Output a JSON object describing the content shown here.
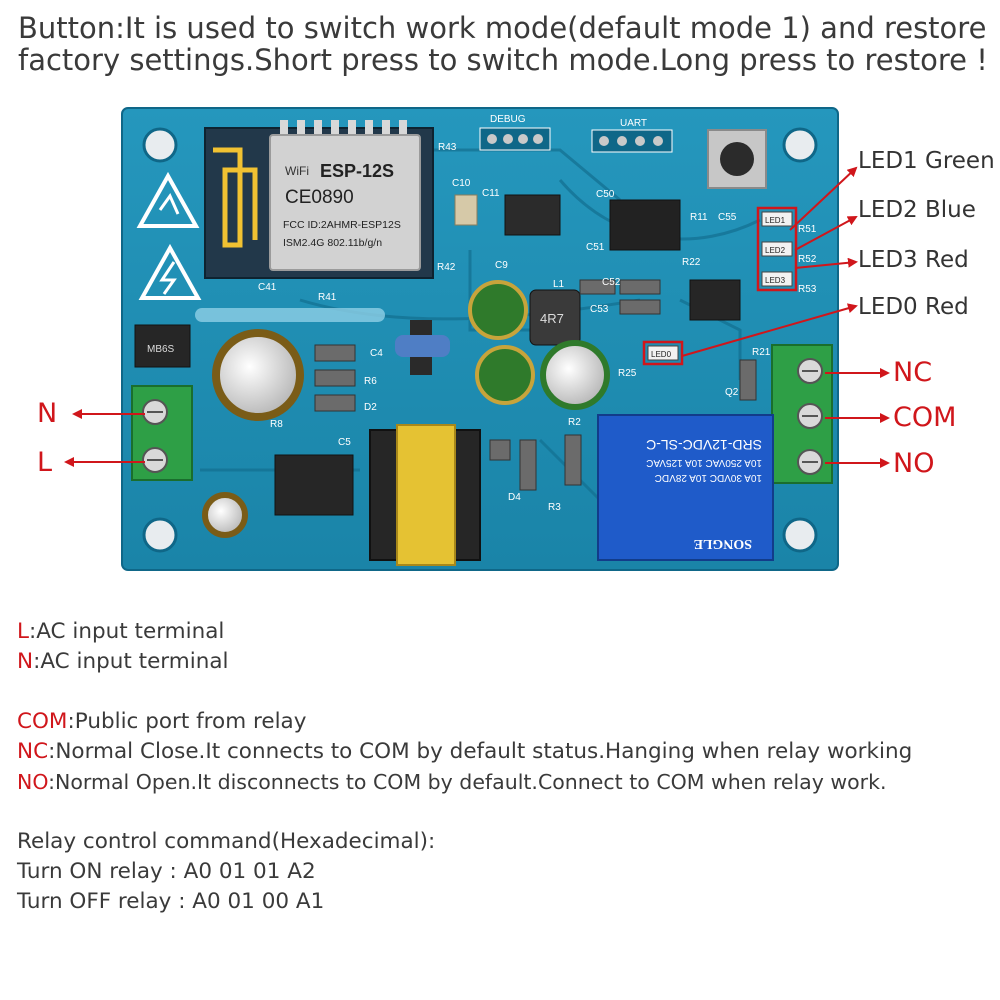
{
  "header": {
    "line1": "Button:It is used to switch work mode(default mode 1) and restore",
    "line2": "factory settings.Short press to switch mode.Long press to restore !"
  },
  "colors": {
    "board": "#1f8fb3",
    "board_dark": "#136f90",
    "label_red": "#d0161b",
    "terminal_green": "#2e9f46",
    "relay_blue": "#1f5bc9"
  },
  "board": {
    "module_brand": "ESP-12S",
    "module_wifi": "WiFi",
    "module_ce": "CE0890",
    "module_fcc": "FCC ID:2AHMR-ESP12S",
    "module_band": "ISM2.4G  802.11b/g/n",
    "header_debug": "DEBUG",
    "header_uart": "UART",
    "relay_model": "SRD-12VDC-SL-C",
    "relay_rating1": "10A 250VAC 10A 125VAC",
    "relay_rating2": "10A  30VDC 10A  28VDC",
    "relay_brand": "SONGLE",
    "bridge_label": "MB6S",
    "inductor_label": "4R7",
    "silkscreen": [
      "R43",
      "C10",
      "C11",
      "R42",
      "R41",
      "C41",
      "C9",
      "L1",
      "C50",
      "C51",
      "C52",
      "C53",
      "R11",
      "C55",
      "R22",
      "R51",
      "R52",
      "R53",
      "C4",
      "R6",
      "D2",
      "R8",
      "C5",
      "R25",
      "R21",
      "Q2",
      "D4",
      "R2",
      "R3"
    ],
    "leds": [
      "LED1",
      "LED2",
      "LED3",
      "LED0"
    ]
  },
  "callouts": {
    "led1": "LED1 Green",
    "led2": "LED2 Blue",
    "led3": "LED3 Red",
    "led0": "LED0 Red",
    "nc": "NC",
    "com": "COM",
    "no": "NO",
    "n": "N",
    "l": "L"
  },
  "descriptions": {
    "l_key": "L",
    "l_text": ":AC input terminal",
    "n_key": "N",
    "n_text": ":AC input terminal",
    "com_key": "COM",
    "com_text": ":Public port from relay",
    "nc_key": "NC",
    "nc_text": ":Normal Close.It connects to COM by default status.Hanging when relay working",
    "no_key": "NO",
    "no_text": ":Normal Open.It disconnects to COM by default.Connect to COM when relay work.",
    "cmd_title": "Relay control command(Hexadecimal):",
    "cmd_on": "Turn ON relay  : A0 01 01 A2",
    "cmd_off": "Turn OFF relay : A0 01 00 A1"
  }
}
